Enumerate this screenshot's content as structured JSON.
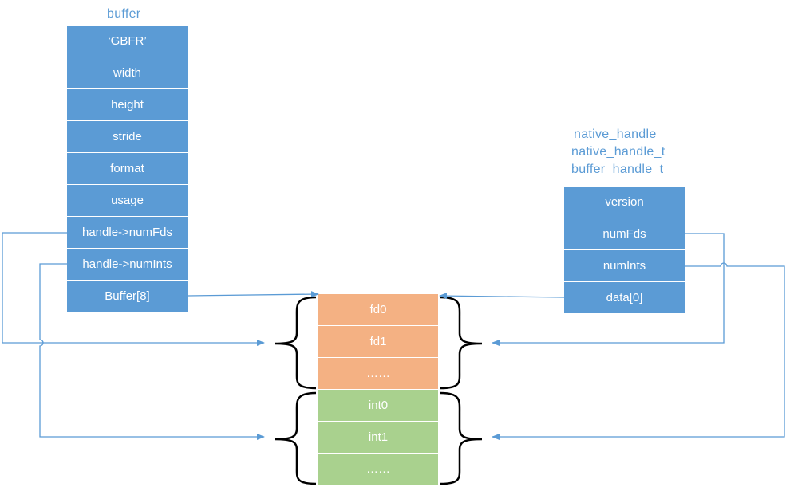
{
  "buffer": {
    "title": "buffer",
    "fields": [
      "‘GBFR’",
      "width",
      "height",
      "stride",
      "format",
      "usage",
      "handle->numFds",
      "handle->numInts",
      "Buffer[8]"
    ]
  },
  "native_handle": {
    "titles": [
      "native_handle",
      "native_handle_t",
      "buffer_handle_t"
    ],
    "fields": [
      "version",
      "numFds",
      "numInts",
      "data[0]"
    ]
  },
  "fds": [
    "fd0",
    "fd1",
    "……"
  ],
  "ints": [
    "int0",
    "int1",
    "……"
  ],
  "colors": {
    "struct": "#5b9bd5",
    "fd": "#f4b183",
    "int": "#a9d18e",
    "arrow": "#5b9bd5",
    "brace": "#000000"
  }
}
